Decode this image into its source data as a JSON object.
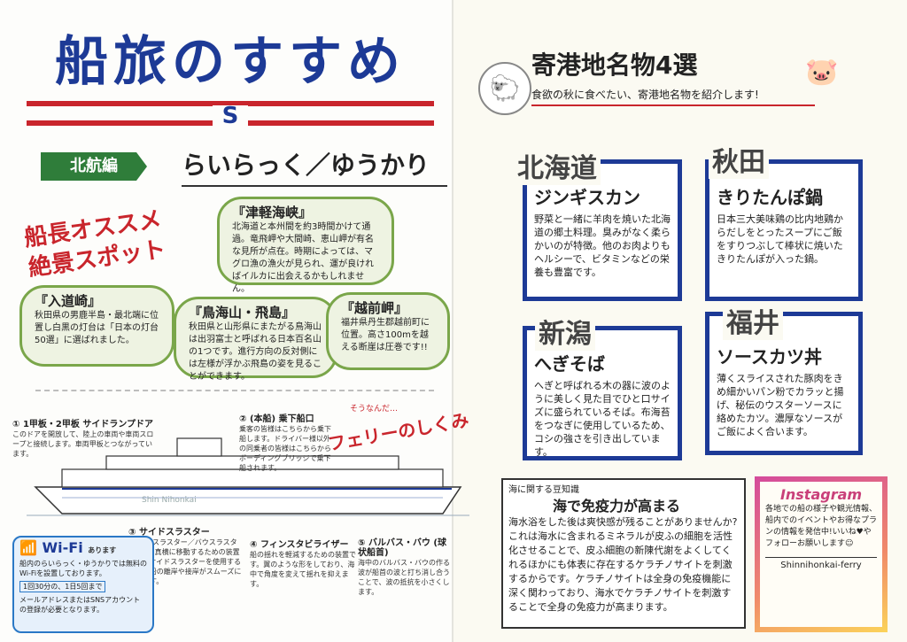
{
  "left": {
    "title": "船旅のすすめ",
    "logo": "S",
    "section_tag": "北航編",
    "ship_names": "らいらっく／ゆうかり",
    "captain_label": "船長オススメ絶景スポット",
    "spots": [
      {
        "name": "『津軽海峡』",
        "text": "北海道と本州間を約3時間かけて通過。竜飛岬や大間崎、恵山岬が有名な見所が点在。時期によっては、マグロ漁の漁火が見られ、運が良ければイルカに出会えるかもしれません。"
      },
      {
        "name": "『入道崎』",
        "text": "秋田県の男鹿半島・最北端に位置し白黒の灯台は「日本の灯台50選」に選ばれました。"
      },
      {
        "name": "『鳥海山・飛島』",
        "text": "秋田県と山形県にまたがる鳥海山は出羽富士と呼ばれる日本百名山の1つです。進行方向の反対側には左様が浮かぶ飛島の姿を見ることができます。"
      },
      {
        "name": "『越前岬』",
        "text": "福井県丹生郡越前町に位置。高さ100mを越える断崖は圧巻です!!"
      }
    ],
    "ferry_sub": "そうなんだ…",
    "ferry_title": "フェリーのしくみ",
    "ship_name": "Shin Nihonkai",
    "notes": [
      {
        "title": "① 1甲板・2甲板 サイドランプドア",
        "text": "このドアを開放して、陸上の車両や車両スロープと接続します。車両甲板とつながっています。"
      },
      {
        "title": "② (本船) 乗下船口",
        "text": "乗客の皆様はこちらから乗下船します。ドライバー様以外の同乗者の皆様はこちらからボーディングブリッジで乗下船されます。"
      },
      {
        "title": "③ サイドスラスター",
        "text": "(スタンスラスター／バウスラスター) 船の真横に移動するための装置です。サイドスラスターを使用することで船の離岸や接岸がスムーズに行えます。"
      },
      {
        "title": "④ フィンスタビライザー",
        "text": "船の揺れを軽減するための装置です。翼のような形をしており、海中で角度を変えて揺れを抑えます。"
      },
      {
        "title": "⑤ バルバス・バウ (球状船首)",
        "text": "海中のバルバス・バウの作る波が船首の波と打ち消し合うことで、波の抵抗を小さくします。"
      }
    ],
    "wifi": {
      "title": "Wi-Fi",
      "suffix": "あります",
      "text": "船内のらいらっく・ゆうかりでは無料のWi-Fiを設置しております。",
      "limit": "1回30分の、1日5回まで",
      "foot": "メールアドレスまたはSNSアカウントの登録が必要となります。"
    }
  },
  "right": {
    "title": "寄港地名物4選",
    "subtitle": "食欲の秋に食べたい、寄港地名物を紹介します!",
    "foods": [
      {
        "region": "北海道",
        "dish": "ジンギスカン",
        "text": "野菜と一緒に羊肉を焼いた北海道の郷土料理。臭みがなく柔らかいのが特徴。他のお肉よりもヘルシーで、ビタミンなどの栄養も豊富です。"
      },
      {
        "region": "秋田",
        "dish": "きりたんぽ鍋",
        "text": "日本三大美味鶏の比内地鶏からだしをとったスープにご飯をすりつぶして棒状に焼いたきりたんぽが入った鍋。"
      },
      {
        "region": "新潟",
        "dish": "へぎそば",
        "text": "へぎと呼ばれる木の器に波のように美しく見た目でひと口サイズに盛られているそば。布海苔をつなぎに使用しているため、コシの強さを引き出しています。"
      },
      {
        "region": "福井",
        "dish": "ソースカツ丼",
        "text": "薄くスライスされた豚肉をきめ細かいパン粉でカラッと揚げ、秘伝のウスターソースに絡めたカツ。濃厚なソースがご飯によく合います。"
      }
    ],
    "trivia": {
      "label": "海に関する豆知識",
      "heading": "海で免疫力が高まる",
      "text": "海水浴をした後は爽快感が残ることがありませんか? これは海水に含まれるミネラルが皮ふの細胞を活性化させることで、皮ふ細胞の新陳代謝をよくしてくれるほかにも体表に存在するケラチノサイトを刺激するからです。ケラチノサイトは全身の免疫機能に深く関わっており、海水でケラチノサイトを刺激することで全身の免疫力が高まります。"
    },
    "instagram": {
      "title": "Instagram",
      "text": "各地での船の様子や観光情報、船内でのイベントやお得なプランの情報を発信中!いいね♥やフォローお願いします☺",
      "handle": "Shinnihonkai-ferry"
    },
    "colors": {
      "navy": "#1d3a96",
      "red": "#c9252c",
      "green": "#2f7d3a"
    }
  }
}
